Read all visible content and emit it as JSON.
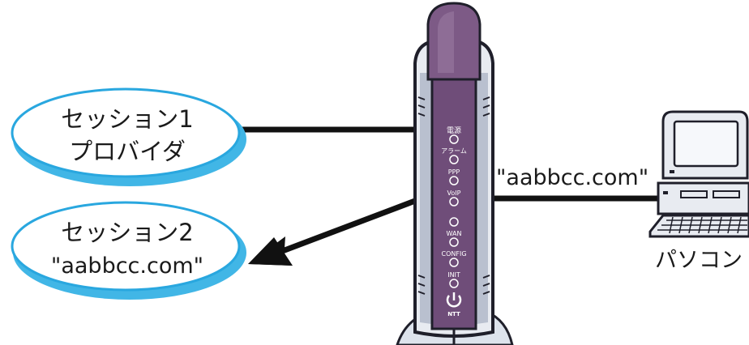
{
  "session1": {
    "line1": "セッション1",
    "line2": "プロバイダ"
  },
  "session2": {
    "line1": "セッション2",
    "line2": "\"aabbcc.com\""
  },
  "router": {
    "leds": [
      "電源",
      "アラーム",
      "PPP",
      "VoIP",
      "",
      "WAN",
      "CONFIG",
      "INIT"
    ],
    "brand": "NTT"
  },
  "connection_label": "\"aabbcc.com\"",
  "pc_label": "パソコン",
  "colors": {
    "bubble_fill": "#ffffff",
    "bubble_stroke": "#29a7df",
    "bubble_shadow": "#41b6e6",
    "router_purple": "#7d5a86",
    "router_body": "#e8ebf1",
    "router_edge": "#1f1f2a"
  }
}
